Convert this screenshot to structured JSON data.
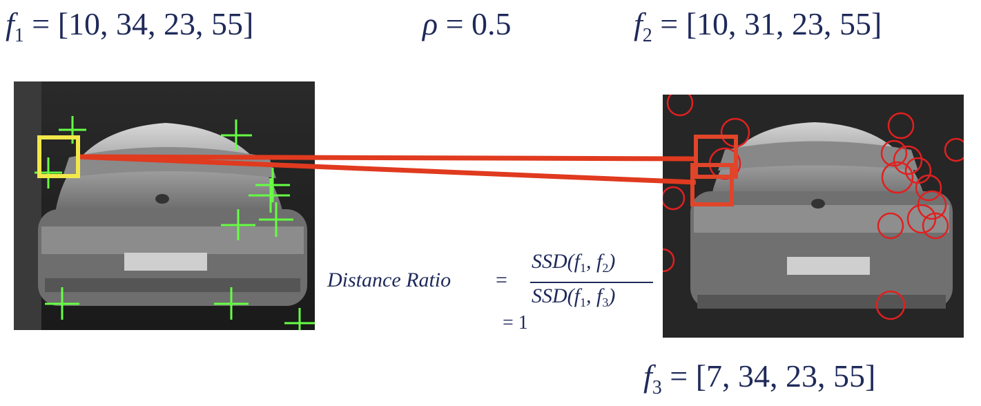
{
  "top": {
    "f1": {
      "var": "f",
      "sub": "1",
      "value": "= [10, 34, 23, 55]"
    },
    "rho": {
      "var": "ρ",
      "value": "= 0.5"
    },
    "f2": {
      "var": "f",
      "sub": "2",
      "value": "= [10, 31, 23, 55]"
    }
  },
  "bottom": {
    "f3": {
      "var": "f",
      "sub": "3",
      "value": "= [7, 34, 23, 55]"
    }
  },
  "distance_ratio": {
    "label": "Distance Ratio",
    "equals": "=",
    "numerator": {
      "pre": "SSD(f",
      "s1": "1",
      "mid": ", f",
      "s2": "2",
      "post": ")"
    },
    "denominator": {
      "pre": "SSD(f",
      "s1": "1",
      "mid": ", f",
      "s2": "3",
      "post": ")"
    },
    "result": "= 1"
  },
  "colors": {
    "text": "#1f2a5a",
    "keypoint_cross": "#66ff44",
    "feature_box": "#f2e84a",
    "match_line": "#e03a1f",
    "match_box": "#e0452a",
    "keypoint_circle": "#e02020"
  }
}
